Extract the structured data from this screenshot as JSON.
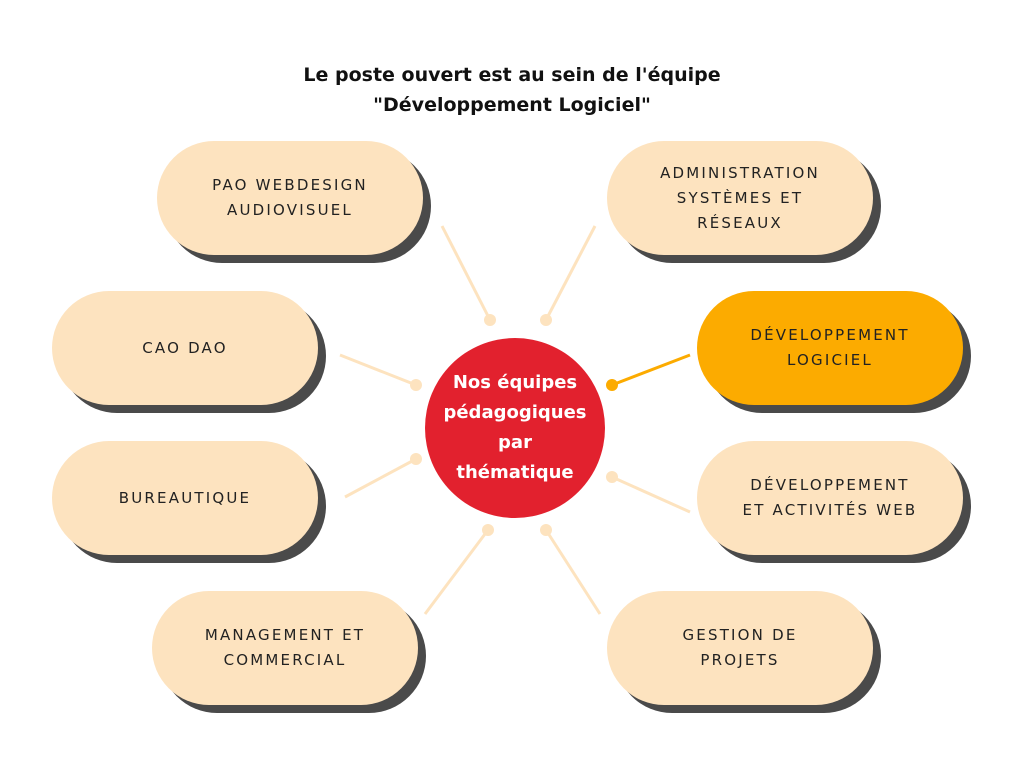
{
  "title": {
    "line1": "Le poste ouvert est au sein de l'équipe",
    "line2": "\"Développement Logiciel\""
  },
  "hub": {
    "label": "Nos équipes\npédagogiques\npar\nthématique"
  },
  "teams": [
    {
      "id": "pao",
      "label": "PAO WEBDESIGN\nAUDIOVISUEL",
      "active": false
    },
    {
      "id": "admin",
      "label": "ADMINISTRATION\nSYSTÈMES ET\nRÉSEAUX",
      "active": false
    },
    {
      "id": "cao",
      "label": "CAO DAO",
      "active": false
    },
    {
      "id": "devlog",
      "label": "DÉVELOPPEMENT\nLOGICIEL",
      "active": true
    },
    {
      "id": "bureau",
      "label": "BUREAUTIQUE",
      "active": false
    },
    {
      "id": "devweb",
      "label": "DÉVELOPPEMENT\nET ACTIVITÉS WEB",
      "active": false
    },
    {
      "id": "mgmt",
      "label": "MANAGEMENT ET\nCOMMERCIAL",
      "active": false
    },
    {
      "id": "gestion",
      "label": "GESTION DE\nPROJETS",
      "active": false
    }
  ],
  "colors": {
    "pill": "#fde3bf",
    "pill_active": "#fcab00",
    "hub": "#e2212e",
    "connector": "#fde3bf",
    "connector_active": "#fcab00",
    "shadow": "#4a4a4a"
  }
}
